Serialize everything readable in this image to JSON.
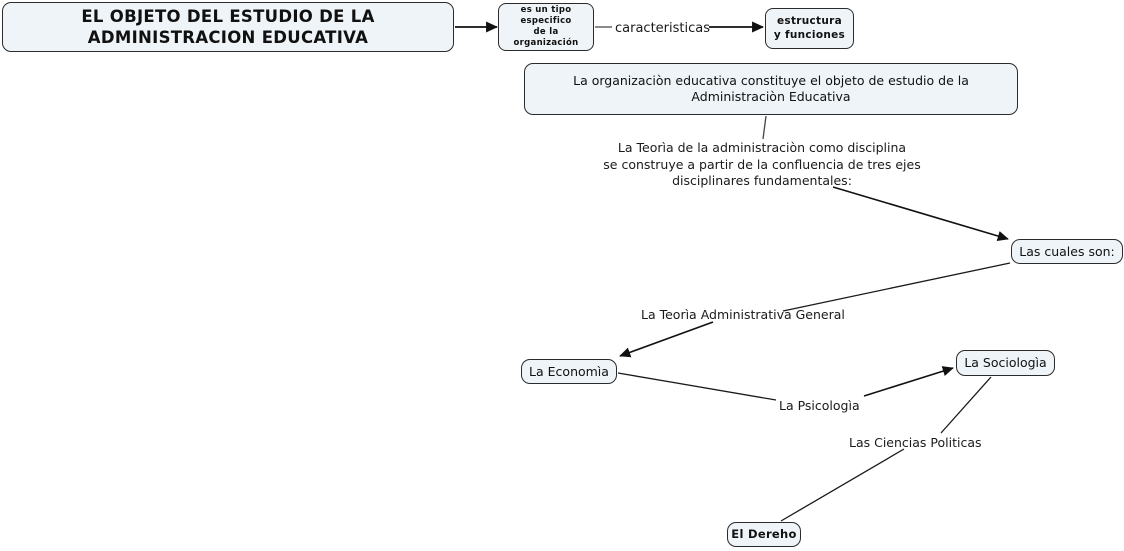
{
  "diagram": {
    "title": "EL OBJETO DEL ESTUDIO DE LA ADMINISTRACION EDUCATIVA",
    "background_color": "#ffffff",
    "node_fill_color": "#eef4f7",
    "node_border_color": "#2b2b2b",
    "edge_color": "#1a1a1a",
    "text_color": "#111111"
  },
  "nodes": {
    "title": "EL OBJETO DEL ESTUDIO DE LA ADMINISTRACION EDUCATIVA",
    "tipo": "es un tipo\nespecifico\nde la organización",
    "estructura": "estructura\ny funciones",
    "organizacion": "La organizaciòn educativa constituye el objeto de estudio de la Administraciòn Educativa",
    "cuales_son": "Las cuales son:",
    "economia": "La Economìa",
    "sociologia": "La Sociologìa",
    "dereho": "El Dereho"
  },
  "labels": {
    "caracteristicas": "caracteristicas",
    "teoria_block": "La Teorìa de la administraciòn como disciplina\nse construye a partir de la confluencia de tres ejes\ndisciplinares fundamentales:",
    "teoria_administrativa_general": "La Teorìa Administrativa General",
    "psicologia": "La Psicologìa",
    "ciencias_politicas": "Las Ciencias Politicas"
  },
  "edges": [
    {
      "name": "title-to-tipo",
      "from": "title",
      "to": "tipo",
      "arrow": true
    },
    {
      "name": "tipo-to-caracteristicas",
      "from": "tipo",
      "to": "caracteristicas",
      "arrow": false
    },
    {
      "name": "caracteristicas-to-estructura",
      "from": "caracteristicas",
      "to": "estructura",
      "arrow": true
    },
    {
      "name": "organizacion-to-teoria-block",
      "from": "organizacion",
      "to": "teoria_block",
      "arrow": false
    },
    {
      "name": "teoria-block-to-cuales-son",
      "from": "teoria_block",
      "to": "cuales_son",
      "arrow": true
    },
    {
      "name": "cuales-son-to-teoria-administrativa",
      "from": "cuales_son",
      "to": "teoria_administrativa_general",
      "arrow": false
    },
    {
      "name": "teoria-administrativa-to-economia",
      "from": "teoria_administrativa_general",
      "to": "economia",
      "arrow": true
    },
    {
      "name": "economia-to-psicologia",
      "from": "economia",
      "to": "psicologia",
      "arrow": false
    },
    {
      "name": "psicologia-to-sociologia",
      "from": "psicologia",
      "to": "sociologia",
      "arrow": true
    },
    {
      "name": "sociologia-to-ciencias-politicas",
      "from": "sociologia",
      "to": "ciencias_politicas",
      "arrow": false
    },
    {
      "name": "ciencias-politicas-to-dereho",
      "from": "ciencias_politicas",
      "to": "dereho",
      "arrow": false
    }
  ]
}
